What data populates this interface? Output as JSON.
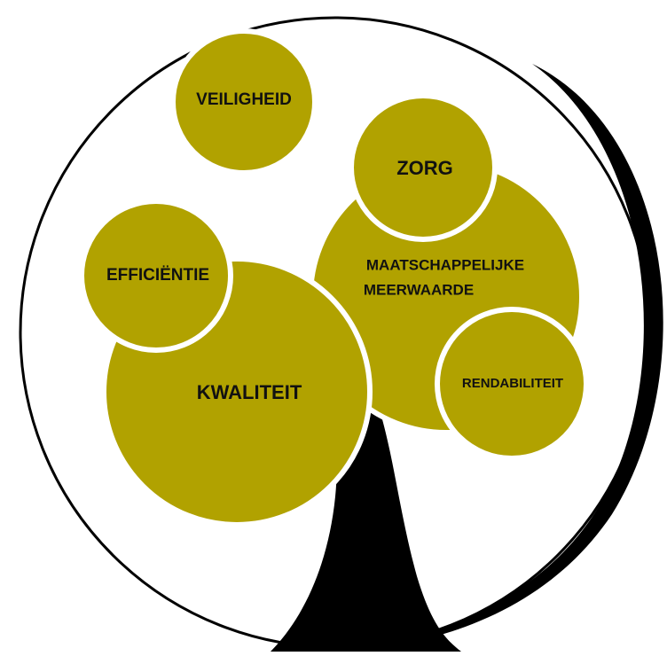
{
  "diagram": {
    "colors": {
      "bubble_fill": "#b1a200",
      "bubble_stroke": "#ffffff",
      "trunk": "#000000",
      "frame_stroke": "#000000",
      "background": "#ffffff"
    },
    "bubbles": {
      "veiligheid": "VEILIGHEID",
      "zorg": "ZORG",
      "maatschappelijke_line1": "MAATSCHAPPELIJKE",
      "maatschappelijke_line2": "MEERWAARDE",
      "efficientie": "EFFICIËNTIE",
      "kwaliteit": "KWALITEIT",
      "rendabiliteit": "RENDABILITEIT"
    }
  }
}
